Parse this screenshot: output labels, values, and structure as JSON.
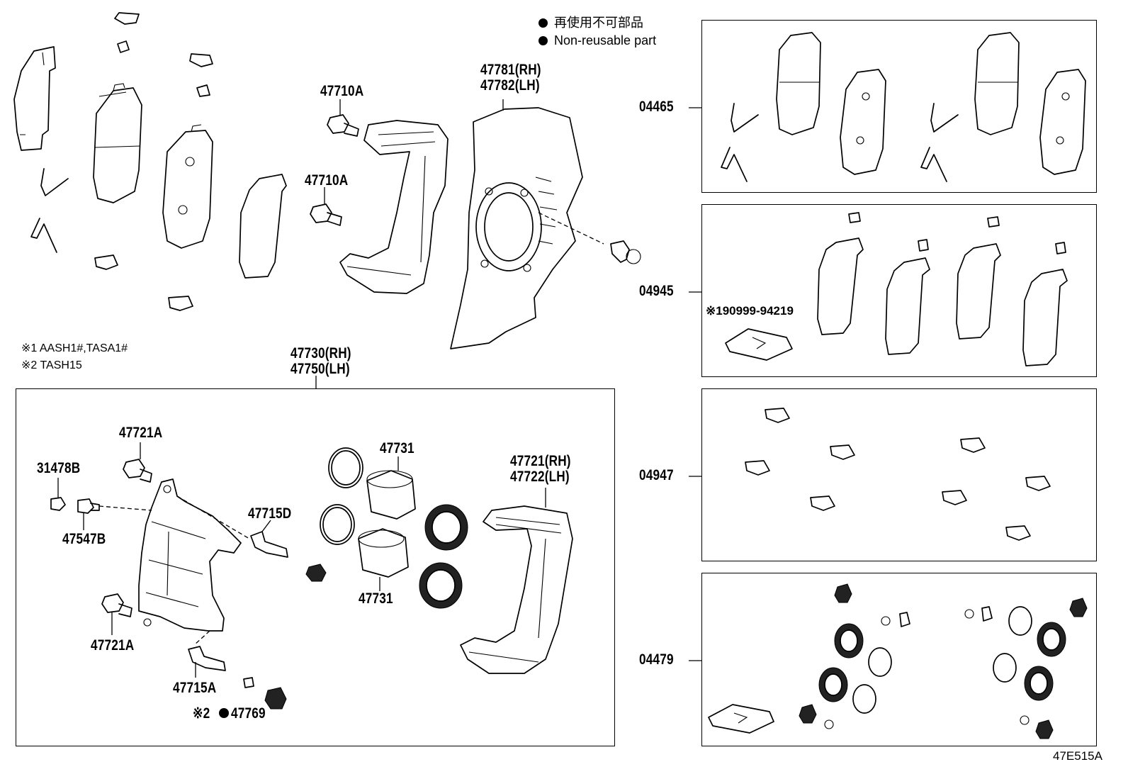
{
  "legend": {
    "jp": "再使用不可部品",
    "en": "Non-reusable part"
  },
  "notes": {
    "n1": "※1 AASH1#,TASA1#",
    "n2": "※2 TASH15"
  },
  "labels": {
    "p47710A_top": "47710A",
    "p47710A_mid": "47710A",
    "p47781": "47781(RH)",
    "p47782": "47782(LH)",
    "p47730": "47730(RH)",
    "p47750": "47750(LH)",
    "p47721A_top": "47721A",
    "p31478B": "31478B",
    "p47547B": "47547B",
    "p47715D": "47715D",
    "p47731_top": "47731",
    "p47731_bot": "47731",
    "p47721": "47721(RH)",
    "p47722": "47722(LH)",
    "p47721A_bot": "47721A",
    "p47715A": "47715A",
    "p47769_prefix": "※2",
    "p47769": "47769",
    "k04465": "04465",
    "k04945": "04945",
    "k04947": "04947",
    "k04479": "04479",
    "p190999": "※190999-94219",
    "figure_id": "47E515A"
  },
  "colors": {
    "ink": "#000000",
    "paper": "#ffffff"
  }
}
